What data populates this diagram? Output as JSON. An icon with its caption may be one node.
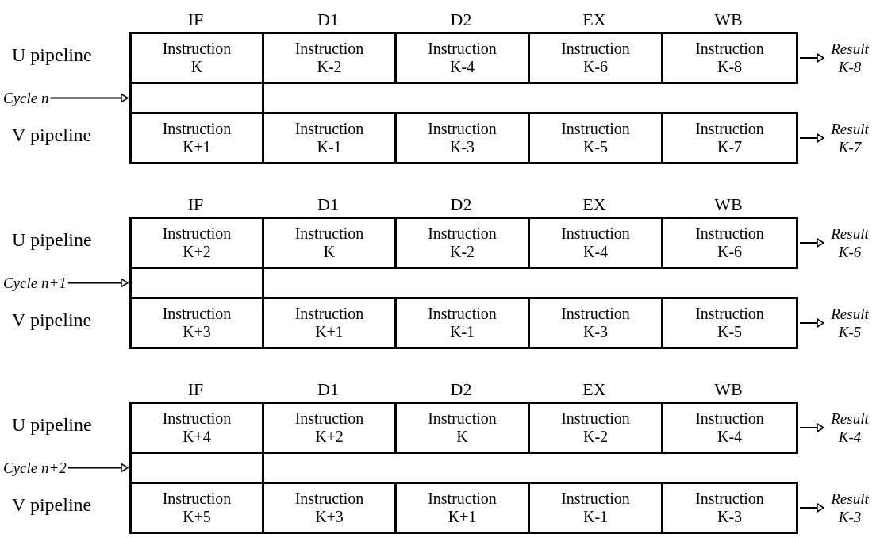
{
  "diagram": {
    "nodes": [
      {
        "text": [
          "Instruction K"
        ]
      },
      {
        "text": [
          "Instruction K-2"
        ]
      },
      {
        "text": [
          "Instruction K-4"
        ]
      },
      {
        "text": [
          "Instruction K-6"
        ]
      },
      {
        "text": [
          "Instruction K-8"
        ]
      },
      {
        "text": [
          "Result K-8"
        ]
      },
      {
        "text": [
          "Cycle n"
        ]
      },
      {
        "text": [],
        "shape": "box"
      },
      {
        "text": [
          "Instruction K+1"
        ]
      },
      {
        "text": [
          "Instruction K-1"
        ]
      },
      {
        "text": [
          "Instruction K-3"
        ]
      },
      {
        "text": [
          "Instruction K-5"
        ]
      },
      {
        "text": [
          "Instruction K-7"
        ]
      },
      {
        "text": [
          "Result K-7"
        ]
      },
      {
        "text": [
          "Instruction K+2"
        ]
      },
      {
        "text": [
          "Instruction K"
        ]
      },
      {
        "text": [
          "Instruction K-2"
        ]
      },
      {
        "text": [
          "Instruction K-4"
        ]
      },
      {
        "text": [
          "Instruction K-6"
        ]
      },
      {
        "text": [
          "Result K-6"
        ]
      },
      {
        "text": [
          "Cycle n+1"
        ]
      },
      {
        "text": [],
        "shape": "box"
      },
      {
        "text": [
          "Instruction K+3"
        ]
      },
      {
        "text": [
          "Instruction K+1"
        ]
      },
      {
        "text": [
          "Instruction K-1"
        ]
      },
      {
        "text": [
          "Instruction K-3"
        ]
      },
      {
        "text": [
          "Instruction K-5"
        ]
      },
      {
        "text": [
          "Result K-5"
        ]
      },
      {
        "text": [
          "Instruction K+4"
        ]
      },
      {
        "text": [
          "Instruction K+2"
        ]
      },
      {
        "text": [
          "Instruction K"
        ]
      },
      {
        "text": [
          "Instruction K-2"
        ]
      },
      {
        "text": [
          "Instruction K-4"
        ]
      },
      {
        "text": [
          "Result K-4"
        ]
      },
      {
        "text": [
          "Cycle n+2"
        ]
      },
      {
        "text": [],
        "shape": "box"
      },
      {
        "text": [
          "Instruction K+5"
        ]
      },
      {
        "text": [
          "Instruction K+3"
        ]
      },
      {
        "text": [
          "Instruction K+1"
        ]
      },
      {
        "text": [
          "Instruction K-1"
        ]
      },
      {
        "text": [
          "Instruction K-3"
        ]
      },
      {
        "text": [
          "Result K-3"
        ]
      }
    ],
    "edges": [
      {
        "from": 4,
        "to": 5,
        "arrow": "to"
      },
      {
        "from": 6,
        "to": 7,
        "arrow": "to"
      },
      {
        "from": 12,
        "to": 13,
        "arrow": "to"
      },
      {
        "from": 18,
        "to": 19,
        "arrow": "to"
      },
      {
        "from": 20,
        "to": 21,
        "arrow": "to"
      },
      {
        "from": 26,
        "to": 27,
        "arrow": "to"
      },
      {
        "from": 32,
        "to": 33,
        "arrow": "to"
      },
      {
        "from": 34,
        "to": 35,
        "arrow": "to"
      },
      {
        "from": 40,
        "to": 41,
        "arrow": "to"
      }
    ],
    "labels": [
      "IF",
      "D1",
      "D2",
      "EX",
      "WB",
      "U pipeline",
      "V pipeline",
      "IF",
      "D1",
      "D2",
      "EX",
      "WB",
      "U pipeline",
      "V pipeline",
      "IF",
      "D1",
      "D2",
      "EX",
      "WB",
      "U pipeline",
      "V pipeline"
    ]
  }
}
